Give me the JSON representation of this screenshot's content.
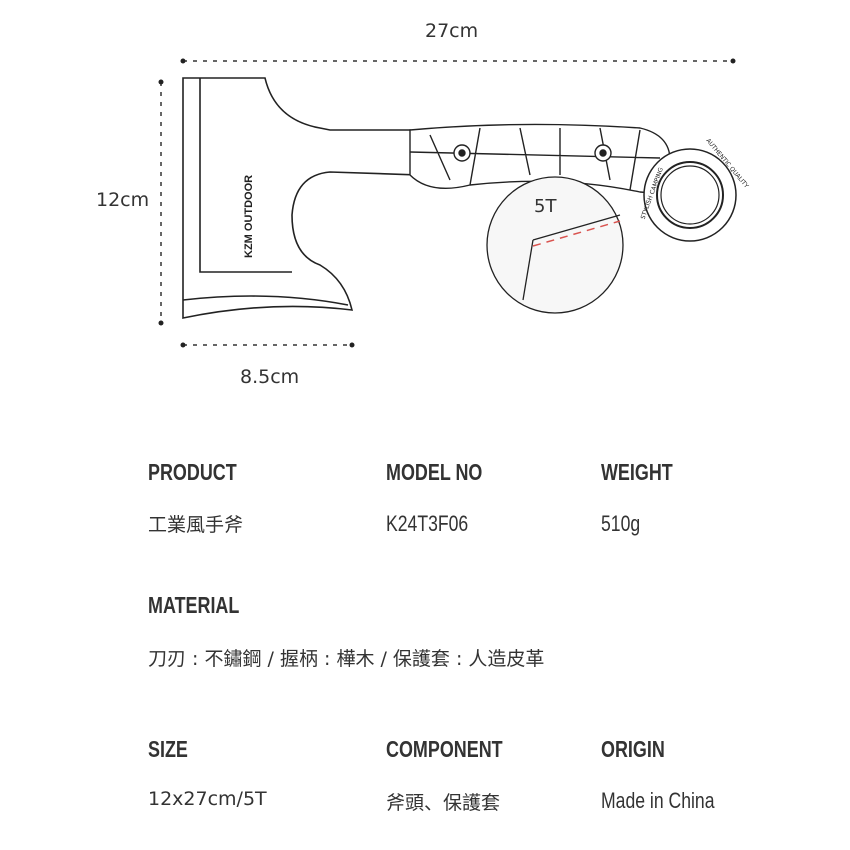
{
  "diagram": {
    "width_label": "27cm",
    "height_label": "12cm",
    "head_width_label": "8.5cm",
    "brand_text": "KZM OUTDOOR",
    "thickness_label": "5T",
    "ring_text_top": "AUTHENTIC QUALITY",
    "ring_text_left": "STYLISH CAMPING",
    "accent_color": "#d9534f"
  },
  "specs": {
    "product": {
      "label": "PRODUCT",
      "value": "工業風手斧"
    },
    "model": {
      "label": "MODEL NO",
      "value": "K24T3F06"
    },
    "weight": {
      "label": "WEIGHT",
      "value": "510g"
    },
    "material": {
      "label": "MATERIAL",
      "value": "刀刃 : 不鏽鋼 / 握柄 : 樺木 / 保護套 : 人造皮革"
    },
    "size": {
      "label": "SIZE",
      "value": "12x27cm/5T"
    },
    "component": {
      "label": "COMPONENT",
      "value": "斧頭、保護套"
    },
    "origin": {
      "label": "ORIGIN",
      "value": "Made in China"
    }
  }
}
